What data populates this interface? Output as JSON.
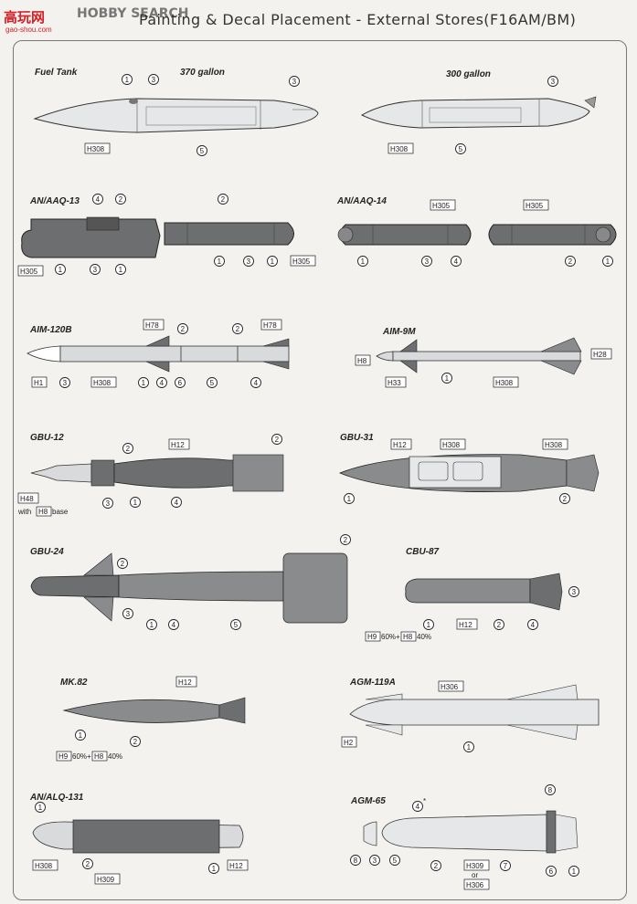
{
  "header": {
    "logo_main": "高玩网",
    "logo_search": "HOBBY SEARCH",
    "logo_url": "gao-shou.com",
    "title": "Painting & Decal Placement - External Stores(F16AM/BM)"
  },
  "sections": {
    "fuel_tank": "Fuel Tank",
    "gal370": "370 gallon",
    "gal300": "300 gallon",
    "aaq13": "AN/AAQ-13",
    "aaq14": "AN/AAQ-14",
    "aim120b": "AIM-120B",
    "aim9m": "AIM-9M",
    "gbu12": "GBU-12",
    "gbu31": "GBU-31",
    "gbu24": "GBU-24",
    "cbu87": "CBU-87",
    "mk82": "MK.82",
    "agm119a": "AGM-119A",
    "alq131": "AN/ALQ-131",
    "agm65": "AGM-65"
  },
  "codes": {
    "h308": "H308",
    "h305": "H305",
    "h78": "H78",
    "h1": "H1",
    "h8": "H8",
    "h33": "H33",
    "h28": "H28",
    "h12": "H12",
    "h48": "H48",
    "h9": "H9",
    "h306": "H306",
    "h2": "H2",
    "h309": "H309"
  },
  "notes": {
    "with": "with",
    "base": "base",
    "pct60": "60%+",
    "pct40": "40%",
    "or": "or",
    "asterisk": "*"
  },
  "callouts": {
    "c1": "1",
    "c2": "2",
    "c3": "3",
    "c4": "4",
    "c5": "5",
    "c6": "6",
    "c7": "7",
    "c8": "8"
  },
  "colors": {
    "dark_gray": "#6d6e70",
    "mid_gray": "#8a8b8d",
    "light_gray": "#d9dadc",
    "white": "#ffffff",
    "logo_red": "#d61f26"
  }
}
